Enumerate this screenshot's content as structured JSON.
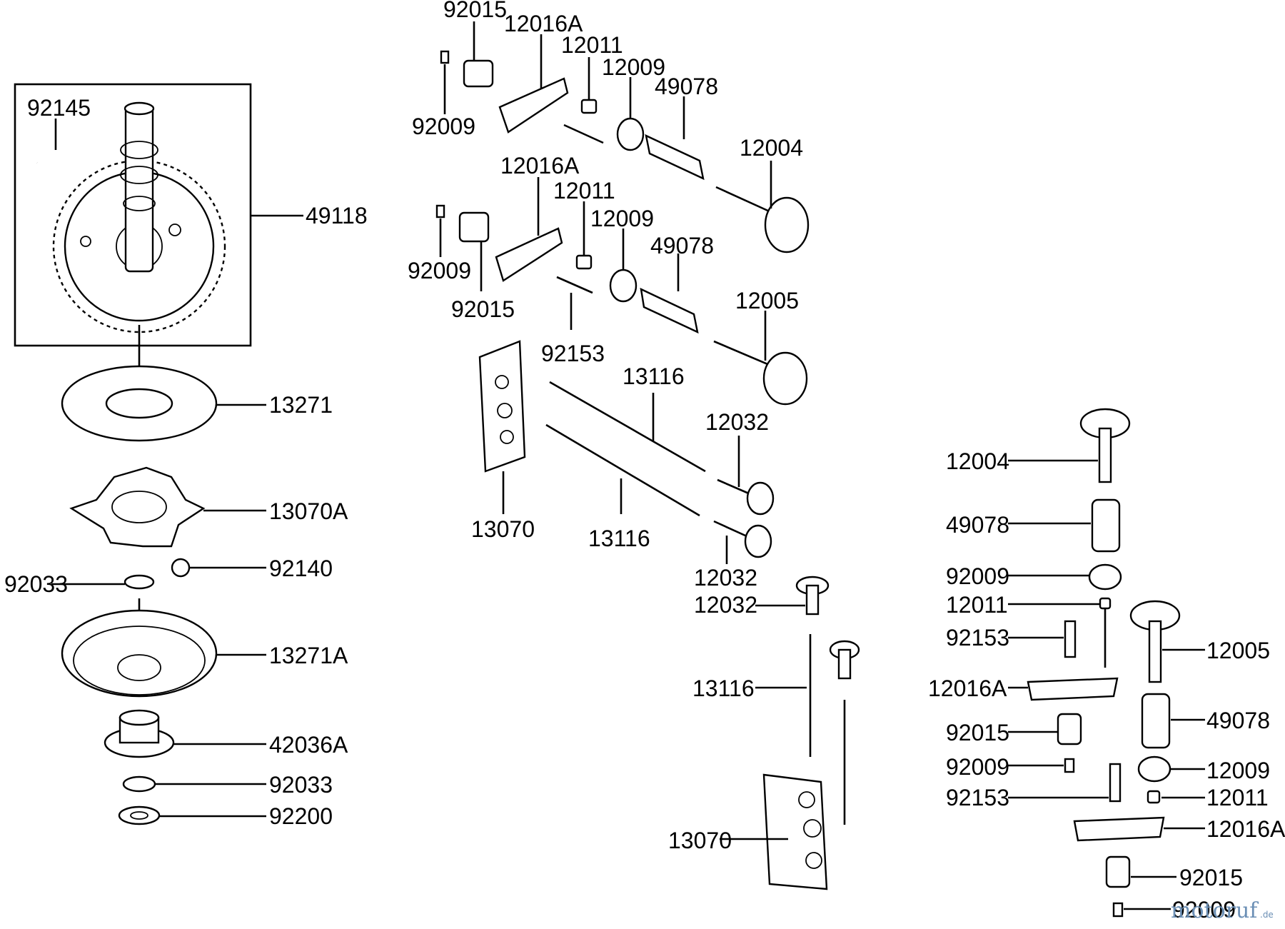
{
  "labels": {
    "p92015_top": "92015",
    "p12016A_top": "12016A",
    "p12011_top": "12011",
    "p12009_top": "12009",
    "p49078_top": "49078",
    "p92009_top": "92009",
    "p12004_top": "12004",
    "p92145": "92145",
    "p49118": "49118",
    "p12016A_mid": "12016A",
    "p12011_mid": "12011",
    "p12009_mid": "12009",
    "p49078_mid": "49078",
    "p92009_mid": "92009",
    "p92015_mid": "92015",
    "p12005_mid": "12005",
    "p92153_mid": "92153",
    "p13116_upper": "13116",
    "p12032_upper": "12032",
    "p13271": "13271",
    "p13070A": "13070A",
    "p13070_left": "13070",
    "p13116_lower": "13116",
    "p92140": "92140",
    "p92033_left": "92033",
    "p12032_lower": "12032",
    "p12032_lowest": "12032",
    "p13271A": "13271A",
    "p42036A": "42036A",
    "p92033_lower": "92033",
    "p92200": "92200",
    "p13116_bottom": "13116",
    "p13070_bottom": "13070",
    "p12004_right": "12004",
    "p49078_right": "49078",
    "p92009_right": "92009",
    "p12011_right": "12011",
    "p92153_right": "92153",
    "p12005_right": "12005",
    "p12016A_right": "12016A",
    "p92015_right": "92015",
    "p49078_right2": "49078",
    "p92009_right2": "92009",
    "p12009_right": "12009",
    "p92153_right2": "92153",
    "p12011_right2": "12011",
    "p12016A_right2": "12016A",
    "p92015_right2": "92015",
    "p92009_right3": "92009"
  },
  "watermark": {
    "text": "motoruf",
    "suffix": ".de"
  }
}
